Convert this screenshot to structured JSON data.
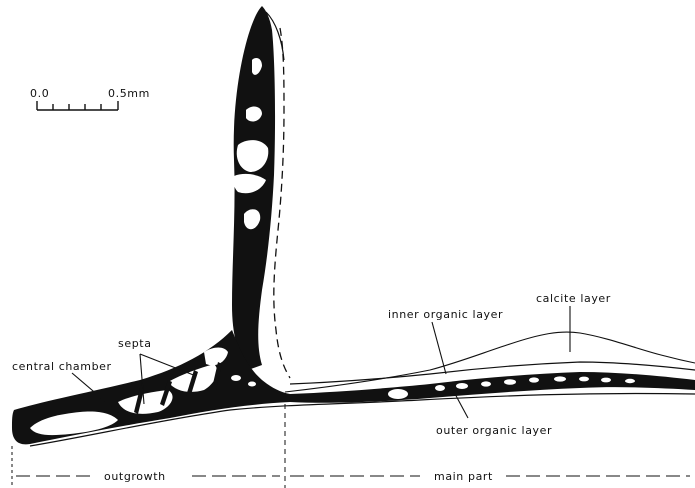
{
  "scale_bar": {
    "start_label": "0.0",
    "end_label": "0.5mm"
  },
  "labels": {
    "septa": "septa",
    "central_chamber": "central chamber",
    "inner_organic_layer": "inner organic layer",
    "calcite_layer": "calcite layer",
    "outer_organic_layer": "outer organic layer"
  },
  "regions": {
    "outgrowth": "outgrowth",
    "main_part": "main part"
  },
  "colors": {
    "ink": "#111111",
    "background": "#ffffff"
  }
}
